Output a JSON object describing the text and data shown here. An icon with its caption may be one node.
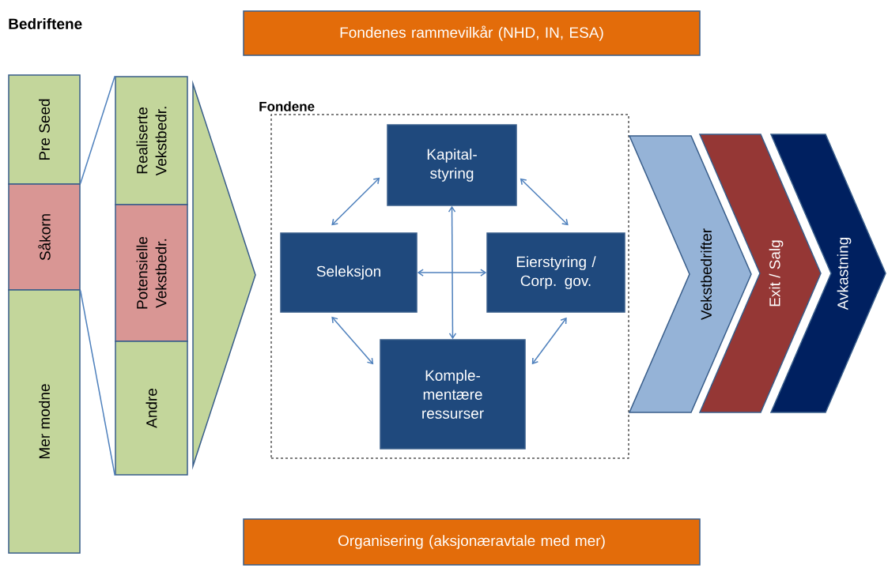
{
  "diagram": {
    "nodes": [
      {
        "text": [
          "Fondenes rammevilkår (NHD, IN, ESA)"
        ]
      },
      {
        "text": [
          "Pre Seed"
        ]
      },
      {
        "text": [
          "Såkorn"
        ]
      },
      {
        "text": [
          "Mer modne"
        ]
      },
      {
        "text": [
          "Realiserte Vekstbedr."
        ]
      },
      {
        "text": [
          "Potensielle Vekstbedr."
        ]
      },
      {
        "text": [
          "Andre"
        ]
      },
      {
        "text": [],
        "shape": "triangle"
      },
      {
        "text": [
          "Fondene"
        ]
      },
      {
        "text": [
          "Kapital- styring"
        ],
        "in": 8
      },
      {
        "text": [
          "Seleksjon"
        ],
        "in": 8
      },
      {
        "text": [
          "Eierstyring / Corp. gov."
        ],
        "in": 8
      },
      {
        "text": [
          "Komple- mentære ressurser"
        ],
        "in": 8
      },
      {
        "text": [
          "Vekstbedrifter"
        ]
      },
      {
        "text": [
          "Exit / Salg"
        ]
      },
      {
        "text": [
          "Avkastning"
        ]
      },
      {
        "text": [
          "Organisering (aksjonæravtale med mer)"
        ]
      }
    ],
    "edges": [
      {
        "from": 2,
        "to": 4,
        "arrow": "none"
      },
      {
        "from": 2,
        "to": 6,
        "arrow": "none"
      },
      {
        "from": 9,
        "to": 10,
        "arrow": "both"
      },
      {
        "from": 9,
        "to": 11,
        "arrow": "both"
      },
      {
        "from": 10,
        "to": 12,
        "arrow": "both"
      },
      {
        "from": 11,
        "to": 12,
        "arrow": "both"
      },
      {
        "from": 9,
        "to": 12,
        "arrow": "both"
      },
      {
        "from": 10,
        "to": 11,
        "arrow": "both"
      }
    ],
    "labels": [
      "Bedriftene"
    ]
  }
}
